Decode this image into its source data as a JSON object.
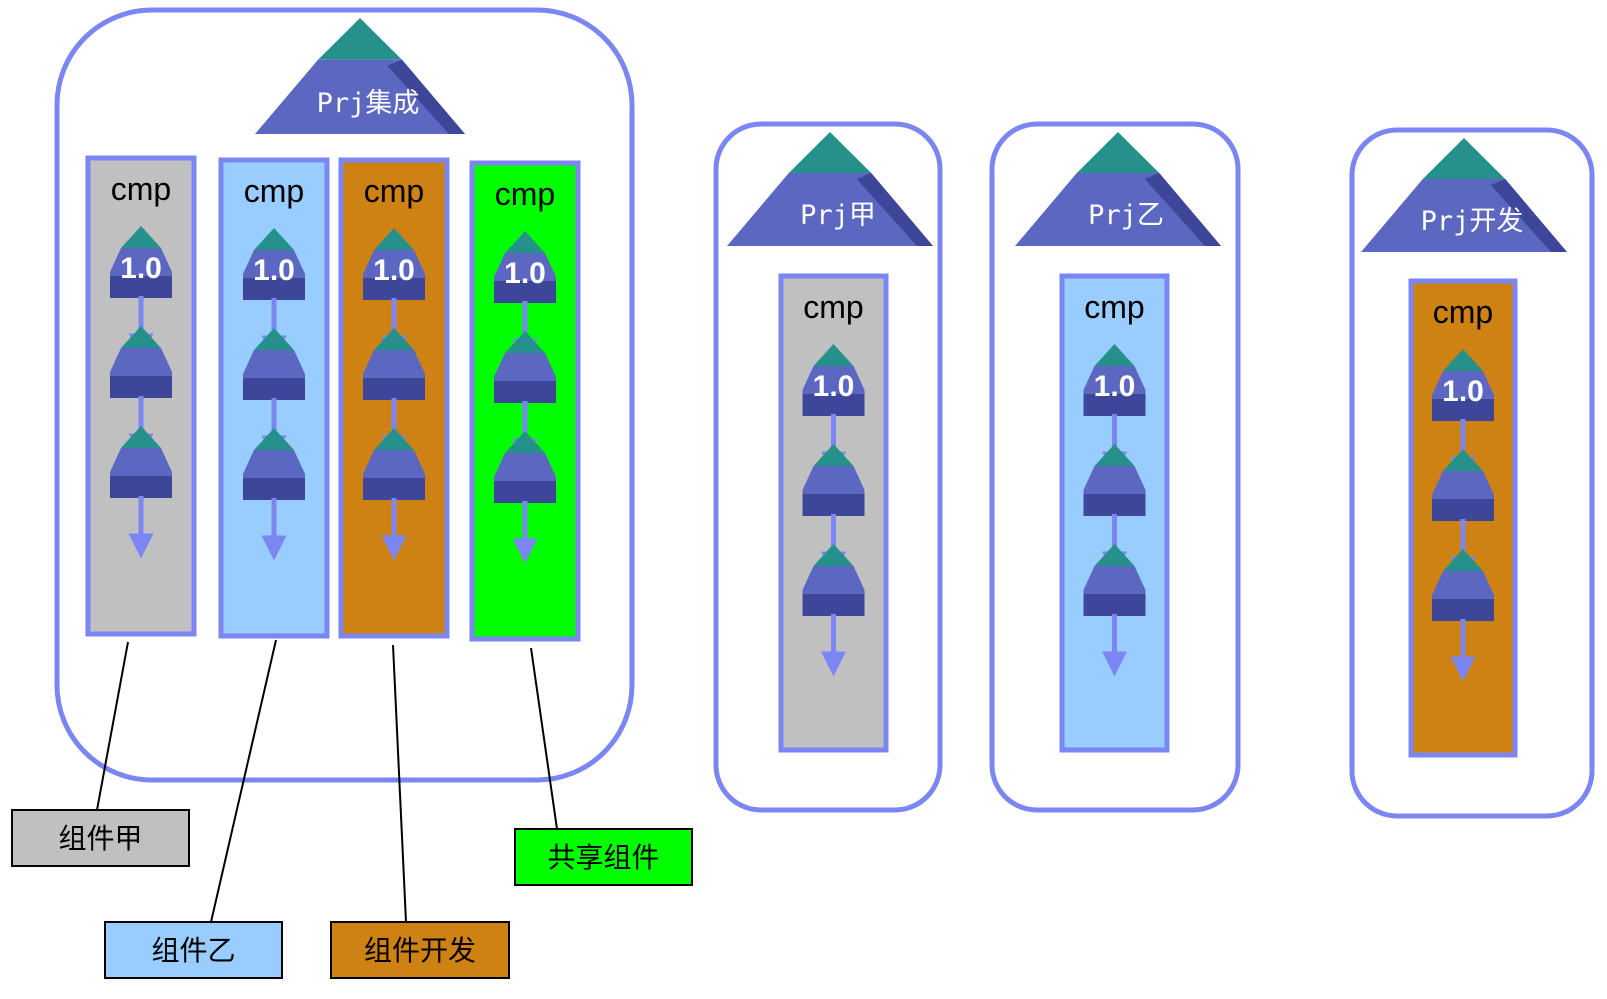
{
  "colors": {
    "border": "#7b86f2",
    "gray": "#c0c0c0",
    "light_blue": "#99ccff",
    "orange": "#cf8214",
    "green": "#00ff00",
    "prj_top": "#26918a",
    "prj_body": "#5c67c2",
    "prj_shadow": "#3e4699"
  },
  "integration_group": {
    "project_label": "Prj集成",
    "columns": [
      {
        "cmp_label": "cmp",
        "version_label": "1.0",
        "color": "gray"
      },
      {
        "cmp_label": "cmp",
        "version_label": "1.0",
        "color": "light_blue"
      },
      {
        "cmp_label": "cmp",
        "version_label": "1.0",
        "color": "orange"
      },
      {
        "cmp_label": "cmp",
        "version_label": "1.0",
        "color": "green"
      }
    ]
  },
  "callouts": [
    {
      "label": "组件甲",
      "color": "gray"
    },
    {
      "label": "组件乙",
      "color": "light_blue"
    },
    {
      "label": "组件开发",
      "color": "orange"
    },
    {
      "label": "共享组件",
      "color": "green"
    }
  ],
  "projects": [
    {
      "project_label": "Prj甲",
      "cmp_label": "cmp",
      "version_label": "1.0",
      "color": "gray"
    },
    {
      "project_label": "Prj乙",
      "cmp_label": "cmp",
      "version_label": "1.0",
      "color": "light_blue"
    },
    {
      "project_label": "Prj开发",
      "cmp_label": "cmp",
      "version_label": "1.0",
      "color": "orange"
    }
  ]
}
